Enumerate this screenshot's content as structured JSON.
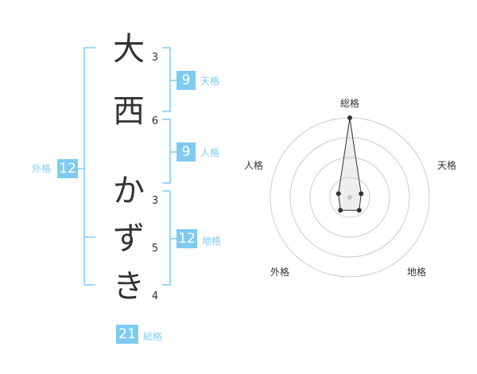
{
  "name_chars": [
    {
      "char": "大",
      "strokes": "3"
    },
    {
      "char": "西",
      "strokes": "6"
    },
    {
      "char": "か",
      "strokes": "3"
    },
    {
      "char": "ず",
      "strokes": "5"
    },
    {
      "char": "き",
      "strokes": "4"
    }
  ],
  "kakusu": {
    "tenkaku": {
      "value": "9",
      "label": "天格"
    },
    "jinkaku": {
      "value": "9",
      "label": "人格"
    },
    "chikaku": {
      "value": "12",
      "label": "地格"
    },
    "gaikaku": {
      "value": "12",
      "label": "外格"
    },
    "soukaku": {
      "value": "21",
      "label": "総格"
    }
  },
  "colors": {
    "accent": "#7fcbf0",
    "text": "#333333",
    "grid": "#cccccc"
  },
  "chart_data": {
    "type": "radar",
    "axes": [
      "総格",
      "天格",
      "地格",
      "外格",
      "人格"
    ],
    "values": [
      1.0,
      0.15,
      0.2,
      0.2,
      0.15
    ],
    "rings": 4
  }
}
